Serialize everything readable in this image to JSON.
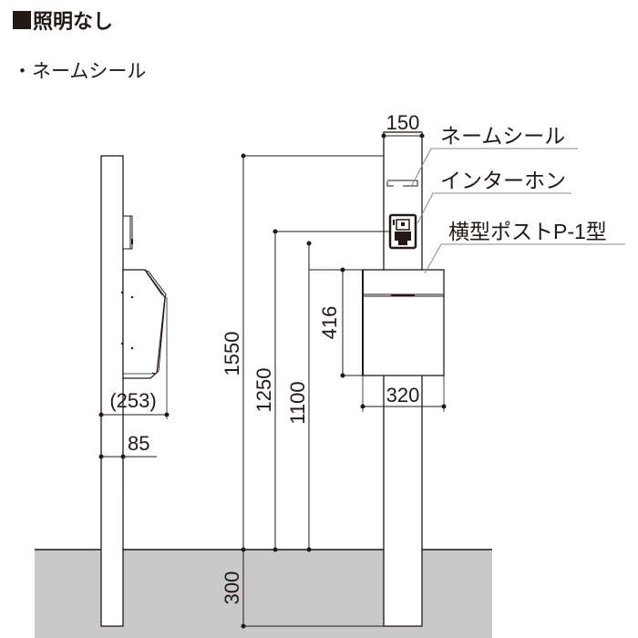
{
  "header": {
    "title": "照明なし",
    "title_marker": "■"
  },
  "note": {
    "bullet": "・",
    "text": "ネームシール"
  },
  "callouts": {
    "name_seal": "ネームシール",
    "intercom": "インターホン",
    "mailbox": "横型ポストP-1型"
  },
  "dimensions": {
    "post_width": "150",
    "side_depth": "(253)",
    "post_offset": "85",
    "mailbox_height": "416",
    "mailbox_width": "320",
    "total_height": "1550",
    "intercom_height": "1250",
    "mailbox_top_height": "1100",
    "embed_depth": "300"
  },
  "colors": {
    "line": "#231815",
    "ground": "#c9c9ca",
    "leader": "#8a8a8a"
  }
}
